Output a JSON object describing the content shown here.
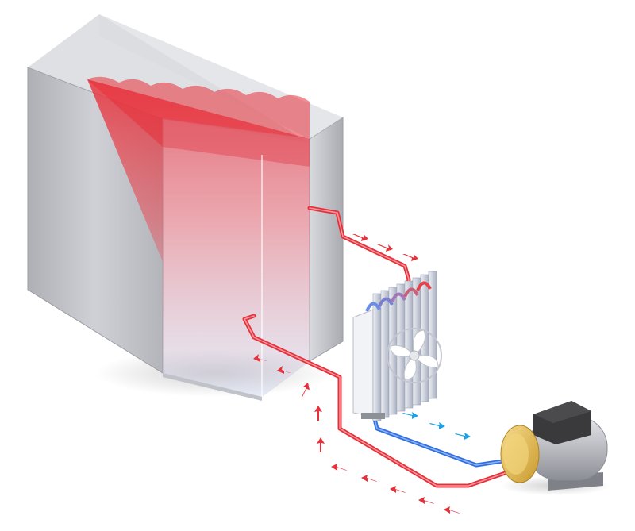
{
  "diagram": {
    "colors": {
      "background": "#ffffff",
      "hot": "#e8303a",
      "hot_glow": "#f06a70",
      "cold": "#2f6fe0",
      "cold_arrow": "#1aa3e8",
      "steel_light": "#d9dbe0",
      "steel_dark": "#8e9098",
      "brass": "#e9c46a",
      "motor_dark": "#3a3a3c"
    },
    "components": [
      {
        "id": "tank",
        "icon": "open-tank-icon"
      },
      {
        "id": "radiator",
        "icon": "finned-radiator-icon"
      },
      {
        "id": "fan",
        "icon": "fan-icon"
      },
      {
        "id": "pump",
        "icon": "electric-pump-icon"
      }
    ],
    "flows": [
      {
        "id": "hot-outlet",
        "from": "tank",
        "to": "radiator",
        "temperature": "hot"
      },
      {
        "id": "cooled-line",
        "from": "radiator",
        "to": "pump",
        "temperature": "cold"
      },
      {
        "id": "return-line",
        "from": "pump",
        "to": "tank",
        "temperature": "hot"
      }
    ]
  }
}
